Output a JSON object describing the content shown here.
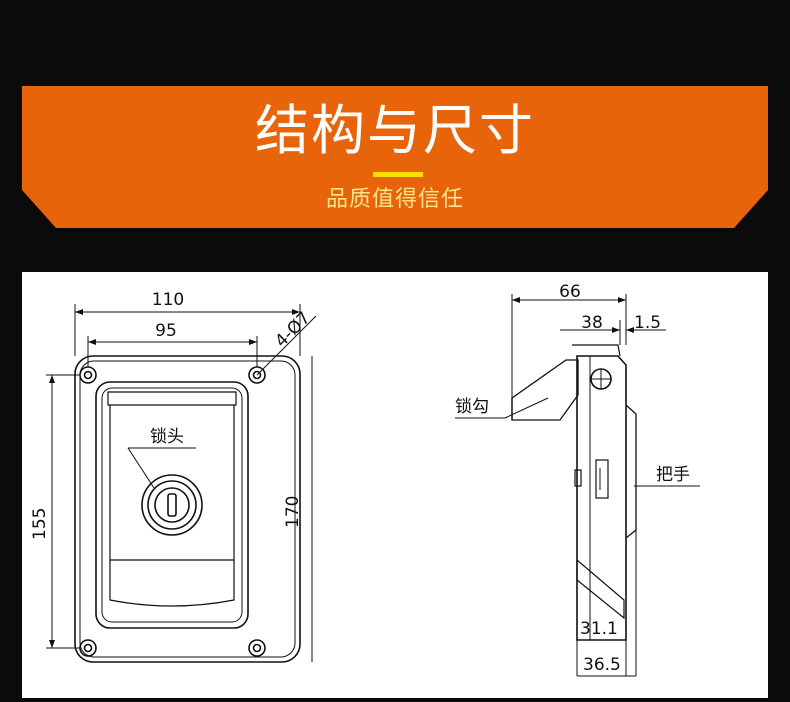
{
  "header": {
    "title": "结构与尺寸",
    "subtitle": "品质值得信任",
    "accent_color": "#e8640a",
    "bar_color": "#ffe000"
  },
  "front_view": {
    "dim_width_outer": "110",
    "dim_width_inner": "95",
    "dim_holes": "4-Ø7",
    "dim_height_inner": "155",
    "dim_height_outer": "170",
    "label_lock": "锁头"
  },
  "side_view": {
    "dim_total": "66",
    "dim_38": "38",
    "dim_1_5": "1.5",
    "dim_31_1": "31.1",
    "dim_36_5": "36.5",
    "label_hook": "锁勾",
    "label_handle": "把手"
  }
}
